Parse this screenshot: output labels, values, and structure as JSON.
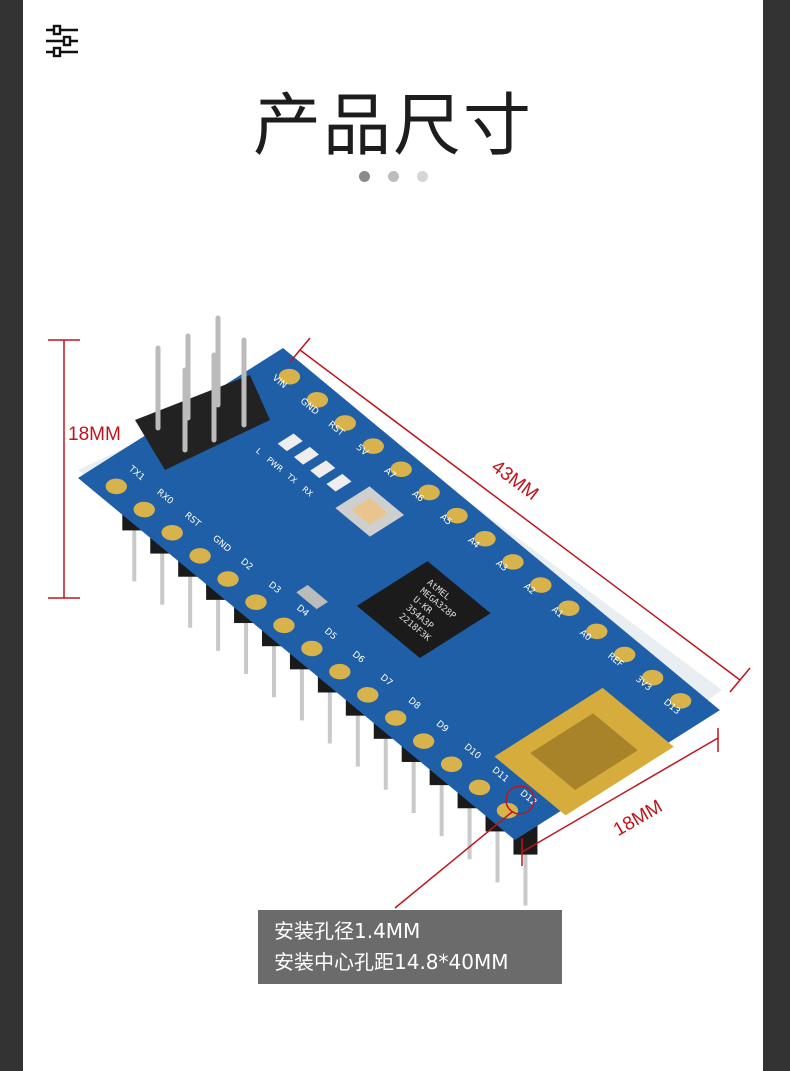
{
  "header": {
    "menu_icon": "sliders-icon",
    "title": "产品尺寸"
  },
  "carousel": {
    "dots": [
      {
        "color": "#8a8a8a",
        "active": true
      },
      {
        "color": "#bdbdbd"
      },
      {
        "color": "#d6d6d6"
      }
    ]
  },
  "dimensions": {
    "height_left": "18MM",
    "length": "43MM",
    "width_bottom": "18MM",
    "color": "#c0141c"
  },
  "info_box": {
    "line1": "安装孔径1.4MM",
    "line2": "安装中心孔距14.8*40MM"
  },
  "board": {
    "chip_lines": [
      "AtMEL",
      "MEGA328P",
      "U-KR",
      "354A3P",
      "2218F3K"
    ],
    "bottom_pins": [
      "TX1",
      "RX0",
      "RST",
      "GND",
      "D2",
      "D3",
      "D4",
      "D5",
      "D6",
      "D7",
      "D8",
      "D9",
      "D10",
      "D11",
      "D12"
    ],
    "top_pins": [
      "VIN",
      "GND",
      "RST",
      "5V",
      "A7",
      "A6",
      "A5",
      "A4",
      "A3",
      "A2",
      "A1",
      "A0",
      "REF",
      "3V3",
      "D13"
    ],
    "led_labels": [
      "L",
      "PWR",
      "TX",
      "RX"
    ],
    "colors": {
      "pcb": "#1f5fa8",
      "gold": "#d8b24a",
      "pin": "#c9c9c9"
    }
  }
}
